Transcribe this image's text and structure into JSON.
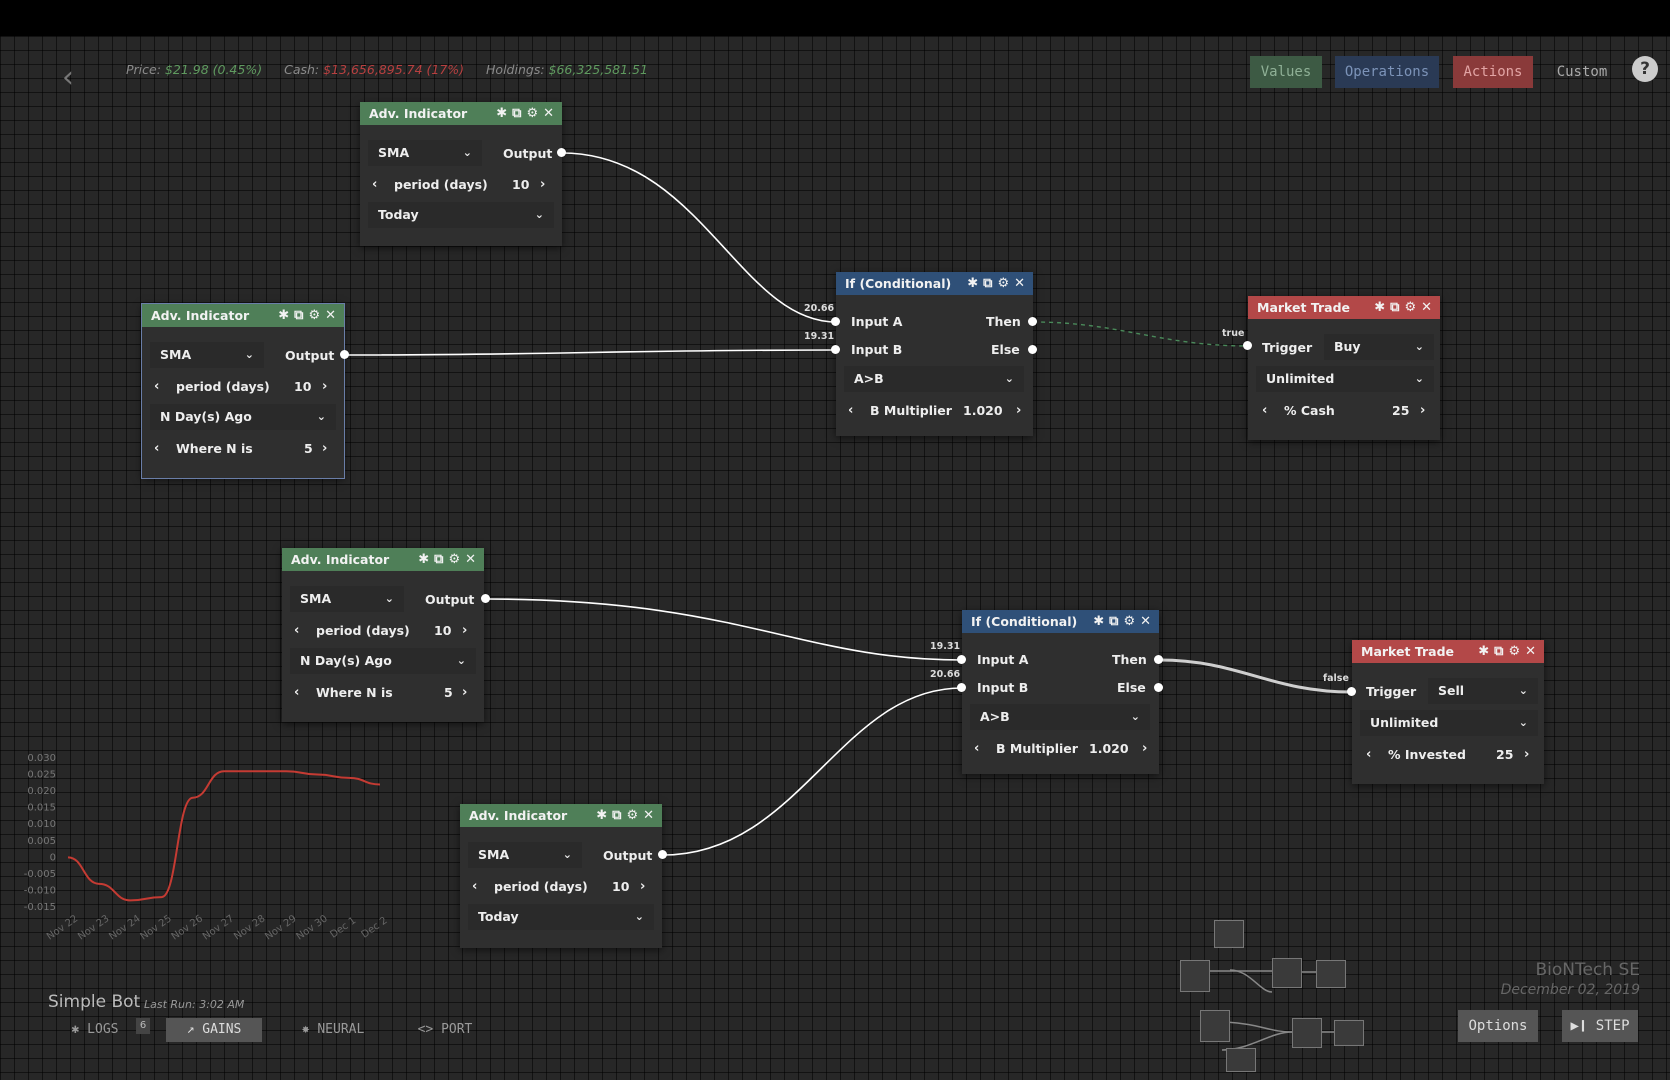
{
  "stats": {
    "price_label": "Price:",
    "price_value": "$21.98 (0.45%)",
    "cash_label": "Cash:",
    "cash_value": "$13,656,895.74 (17%)",
    "holdings_label": "Holdings:",
    "holdings_value": "$66,325,581.51",
    "price_color": "#5f9a5f",
    "cash_color": "#b84040",
    "holdings_color": "#5f9a5f"
  },
  "tabs": [
    "Values",
    "Operations",
    "Actions",
    "Custom"
  ],
  "help": "?",
  "nodes": {
    "ind1": {
      "title": "Adv. Indicator",
      "select": "SMA",
      "output": "Output",
      "period_label": "period (days)",
      "period": "10",
      "when": "Today"
    },
    "ind2": {
      "title": "Adv. Indicator",
      "select": "SMA",
      "output": "Output",
      "period_label": "period (days)",
      "period": "10",
      "when": "N Day(s) Ago",
      "n_label": "Where N is",
      "n": "5"
    },
    "ind3": {
      "title": "Adv. Indicator",
      "select": "SMA",
      "output": "Output",
      "period_label": "period (days)",
      "period": "10",
      "when": "N Day(s) Ago",
      "n_label": "Where N is",
      "n": "5"
    },
    "ind4": {
      "title": "Adv. Indicator",
      "select": "SMA",
      "output": "Output",
      "period_label": "period (days)",
      "period": "10",
      "when": "Today"
    },
    "if1": {
      "title": "If (Conditional)",
      "input_a": "Input A",
      "input_b": "Input B",
      "then": "Then",
      "else": "Else",
      "op": "A>B",
      "mult_label": "B Multiplier",
      "mult": "1.020",
      "a_val": "20.66",
      "b_val": "19.31"
    },
    "if2": {
      "title": "If (Conditional)",
      "input_a": "Input A",
      "input_b": "Input B",
      "then": "Then",
      "else": "Else",
      "op": "A>B",
      "mult_label": "B Multiplier",
      "mult": "1.020",
      "a_val": "19.31",
      "b_val": "20.66"
    },
    "mt1": {
      "title": "Market Trade",
      "trigger_label": "Trigger",
      "trigger": "Buy",
      "amount": "Unlimited",
      "pct_label": "% Cash",
      "pct": "25",
      "flag": "true"
    },
    "mt2": {
      "title": "Market Trade",
      "trigger_label": "Trigger",
      "trigger": "Sell",
      "amount": "Unlimited",
      "pct_label": "% Invested",
      "pct": "25",
      "flag": "false"
    }
  },
  "chart_data": {
    "type": "line",
    "x": [
      "Nov 22",
      "Nov 23",
      "Nov 24",
      "Nov 25",
      "Nov 26",
      "Nov 27",
      "Nov 28",
      "Nov 29",
      "Nov 30",
      "Dec 1",
      "Dec 2"
    ],
    "series": [
      {
        "values": [
          0.0,
          -0.008,
          -0.013,
          -0.012,
          0.018,
          0.026,
          0.026,
          0.026,
          0.025,
          0.024,
          0.022
        ]
      }
    ],
    "yticks": [
      "0.030",
      "0.025",
      "0.020",
      "0.015",
      "0.010",
      "0.005",
      "0",
      "-0.005",
      "-0.010",
      "-0.015"
    ],
    "ylim": [
      -0.015,
      0.03
    ],
    "line_color": "#c53b33"
  },
  "bot": {
    "name": "Simple Bot",
    "last_run_label": "Last Run:",
    "last_run": "3:02 AM"
  },
  "bottom_tabs": {
    "logs": "LOGS",
    "logs_badge": "6",
    "gains": "GAINS",
    "neural": "NEURAL",
    "port": "PORT"
  },
  "company": {
    "name": "BioNTech SE",
    "date": "December 02, 2019"
  },
  "buttons": {
    "options": "Options",
    "step": "STEP"
  }
}
